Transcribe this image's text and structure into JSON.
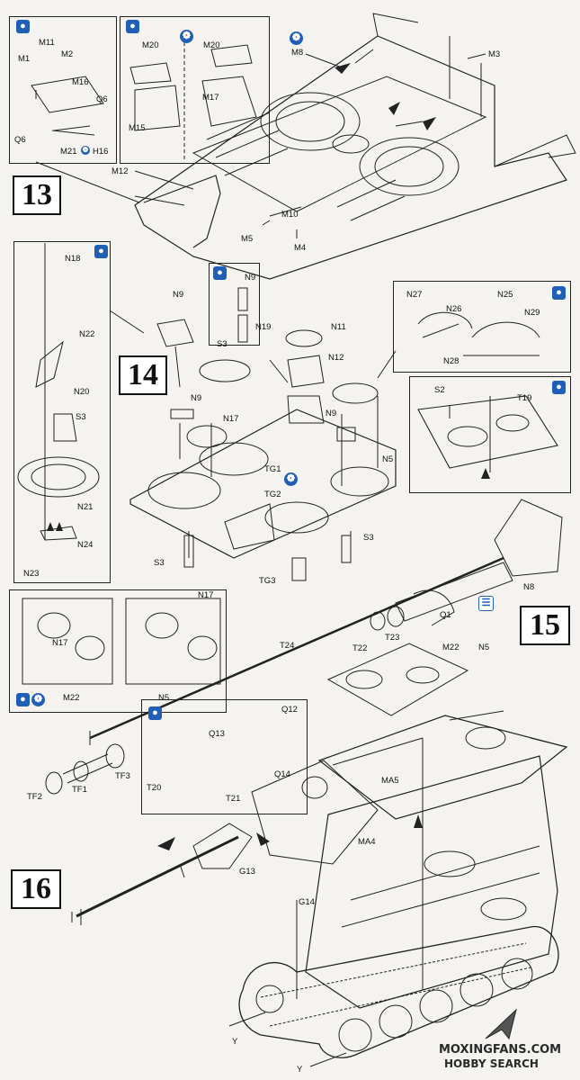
{
  "steps": {
    "s13": "13",
    "s14": "14",
    "s15": "15",
    "s16": "16"
  },
  "watermark": {
    "line1": "MOXINGFANS.COM",
    "line2": "HOBBY SEARCH"
  },
  "icons": {
    "glue": "glue-icon",
    "cement": "cement-icon",
    "choose": "option-icon",
    "paint": "paint-icon"
  },
  "labels": {
    "M11": "M11",
    "M2": "M2",
    "M1": "M1",
    "M16": "M16",
    "Q6a": "Q6",
    "Q6b": "Q6",
    "M21": "M21",
    "H16": "H16",
    "M20a": "M20",
    "M20b": "M20",
    "M15": "M15",
    "M17": "M17",
    "M8": "M8",
    "M3": "M3",
    "M12": "M12",
    "M10": "M10",
    "M5": "M5",
    "M4": "M4",
    "N18": "N18",
    "N22": "N22",
    "N20": "N20",
    "S3a": "S3",
    "N21": "N21",
    "N24": "N24",
    "N23": "N23",
    "N9a": "N9",
    "N9b": "N9",
    "N19": "N19",
    "S3b": "S3",
    "N11": "N11",
    "N12": "N12",
    "N9c": "N9",
    "N17a": "N17",
    "N9d": "N9",
    "N27": "N27",
    "N26": "N26",
    "N25": "N25",
    "N29": "N29",
    "N28": "N28",
    "S2": "S2",
    "T19": "T19",
    "N5a": "N5",
    "TG1": "TG1",
    "TG2": "TG2",
    "S3c": "S3",
    "S3d": "S3",
    "TG3": "TG3",
    "N17b": "N17",
    "N17c": "N17",
    "M22a": "M22",
    "N5b": "N5",
    "N8": "N8",
    "Q1": "Q1",
    "T22": "T22",
    "T23": "T23",
    "M22b": "M22",
    "N5c": "N5",
    "T24": "T24",
    "TF3": "TF3",
    "TF2": "TF2",
    "TF1": "TF1",
    "Q12": "Q12",
    "Q13": "Q13",
    "Q14": "Q14",
    "T20": "T20",
    "T21": "T21",
    "MA5": "MA5",
    "MA4": "MA4",
    "G13": "G13",
    "G14": "G14",
    "Ya": "Y",
    "Yb": "Y"
  }
}
